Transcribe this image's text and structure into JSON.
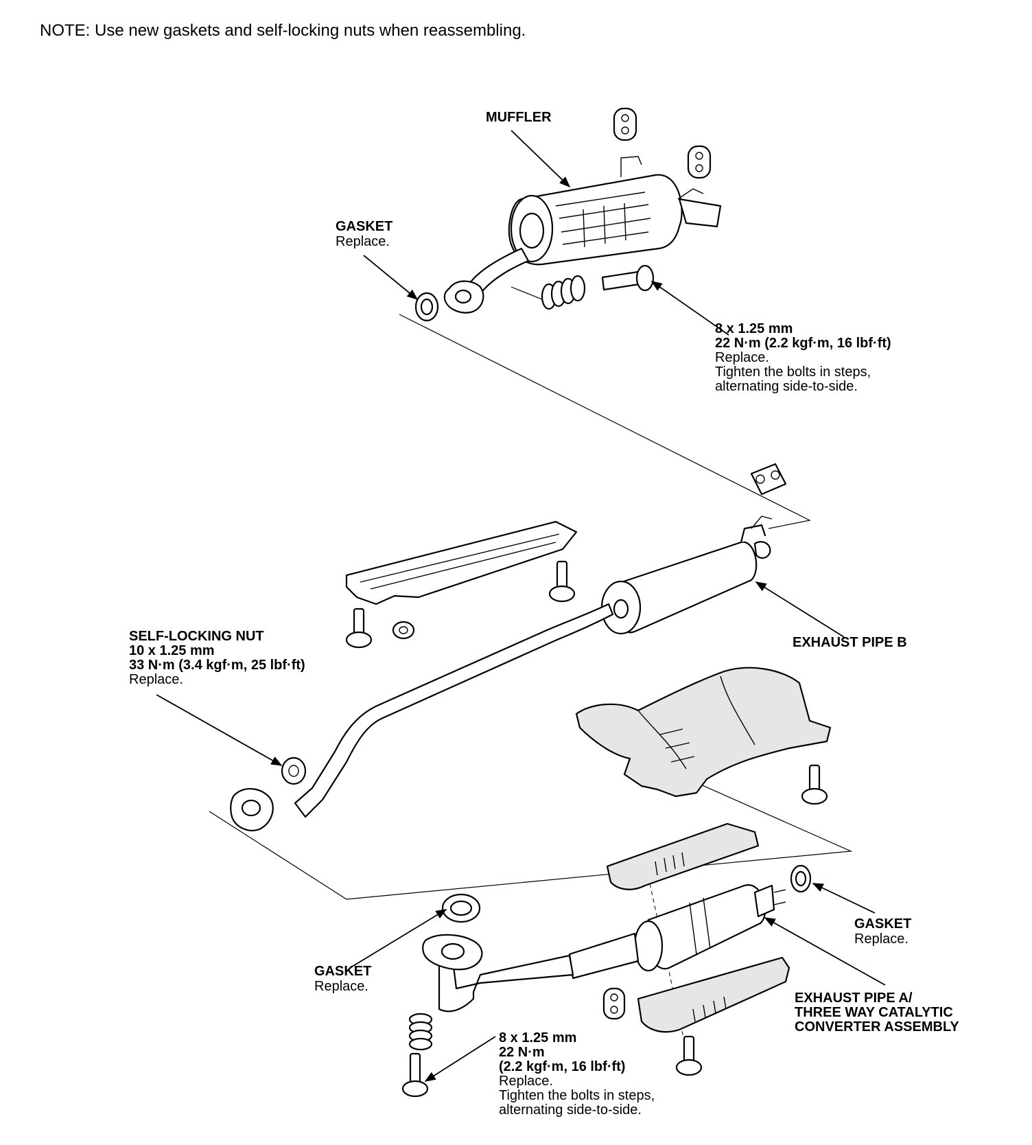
{
  "note": "NOTE: Use new gaskets and self-locking nuts when reassembling.",
  "labels": {
    "muffler": "MUFFLER",
    "gasket_top_title": "GASKET",
    "gasket_top_sub": "Replace.",
    "bolt_top": [
      "8 x 1.25 mm",
      "22 N·m (2.2 kgf·m, 16 lbf·ft)",
      "Replace.",
      "Tighten the bolts in steps,",
      "alternating side-to-side."
    ],
    "self_locking_nut": [
      "SELF-LOCKING NUT",
      "10 x 1.25 mm",
      "33 N·m (3.4 kgf·m, 25 lbf·ft)",
      "Replace."
    ],
    "exhaust_pipe_b": "EXHAUST PIPE B",
    "gasket_right_title": "GASKET",
    "gasket_right_sub": "Replace.",
    "gasket_left_title": "GASKET",
    "gasket_left_sub": "Replace.",
    "exhaust_pipe_a": [
      "EXHAUST PIPE A/",
      "THREE WAY CATALYTIC",
      "CONVERTER ASSEMBLY"
    ],
    "bolt_bottom": [
      "8 x 1.25 mm",
      "22 N·m",
      "(2.2 kgf·m, 16 lbf·ft)",
      "Replace.",
      "Tighten the bolts in steps,",
      "alternating side-to-side."
    ]
  }
}
